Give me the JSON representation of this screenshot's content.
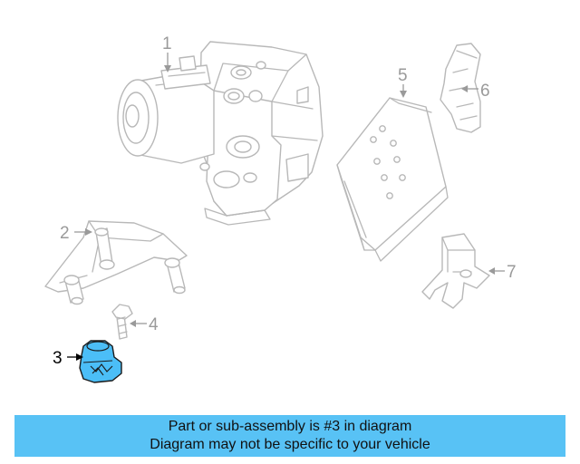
{
  "callouts": [
    {
      "id": "1",
      "label": "1",
      "highlighted": false
    },
    {
      "id": "2",
      "label": "2",
      "highlighted": false
    },
    {
      "id": "3",
      "label": "3",
      "highlighted": true
    },
    {
      "id": "4",
      "label": "4",
      "highlighted": false
    },
    {
      "id": "5",
      "label": "5",
      "highlighted": false
    },
    {
      "id": "6",
      "label": "6",
      "highlighted": false
    },
    {
      "id": "7",
      "label": "7",
      "highlighted": false
    }
  ],
  "banner": {
    "line1": "Part or sub-assembly is #3 in diagram",
    "line2": "Diagram may not be specific to your vehicle"
  },
  "colors": {
    "highlight_fill": "#4bbef7",
    "banner_bg": "#58c2f5",
    "outline": "#b8b8b8",
    "callout_text": "#9a9a9a",
    "active_text": "#000000"
  }
}
